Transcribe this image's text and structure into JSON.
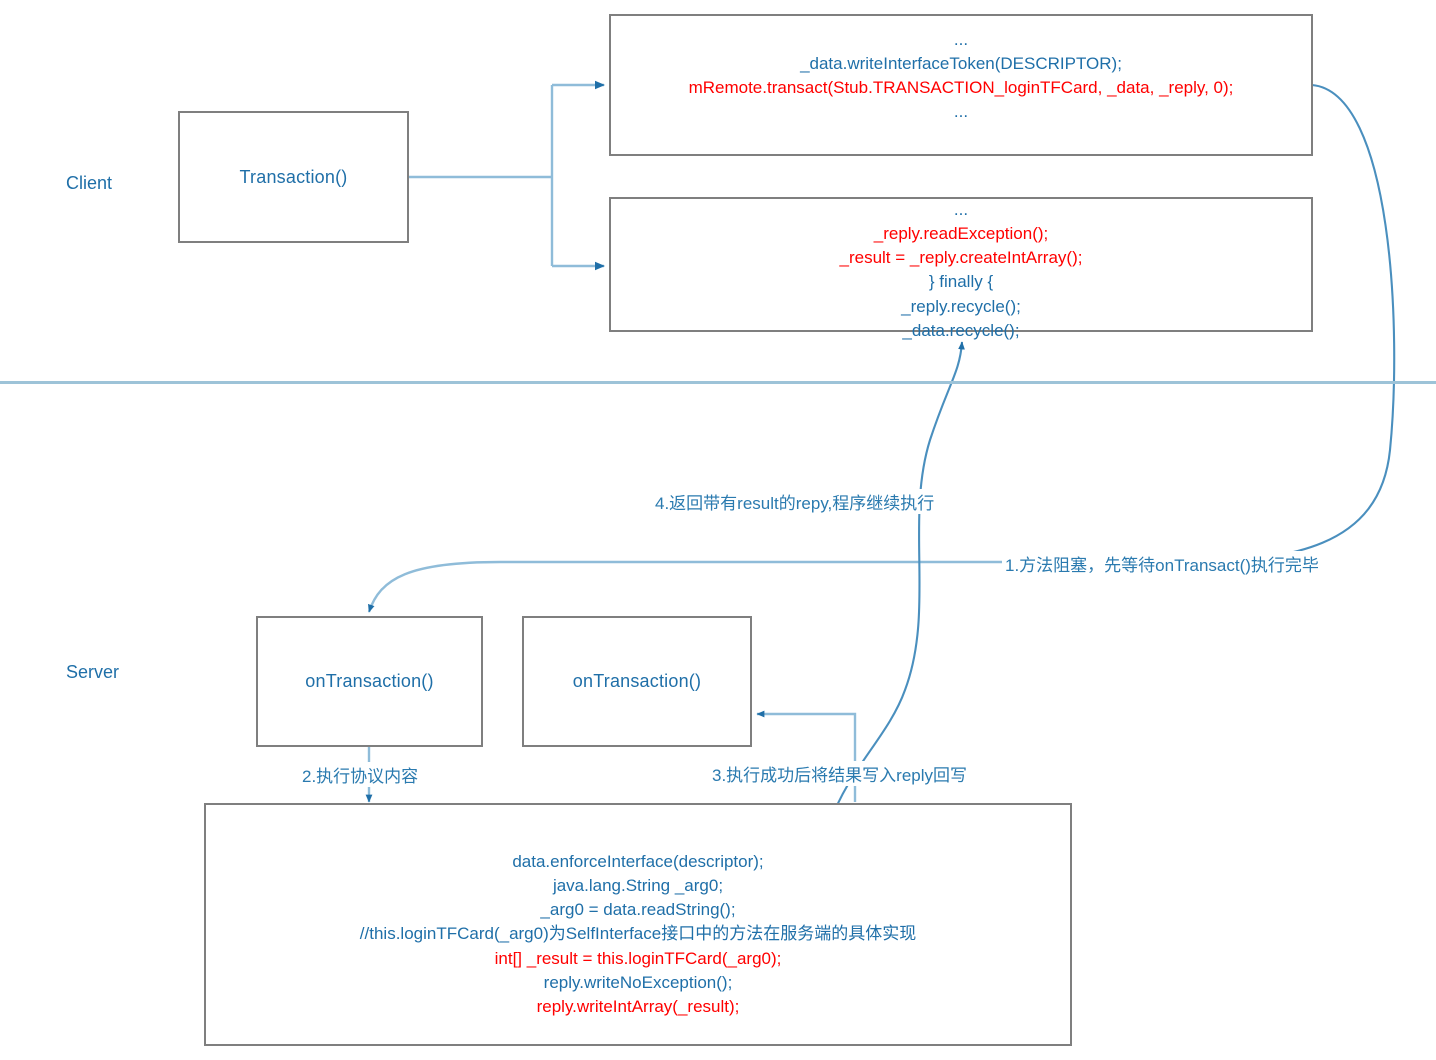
{
  "diagram": {
    "title": "Android AIDL Binder transaction flow",
    "colors": {
      "accent_blue": "#1f6fa8",
      "line_blue": "#9dc3d8",
      "arrow_blue": "#2a7aaf",
      "code_red": "#ff0000",
      "box_border": "#7f7f7f",
      "background": "#ffffff"
    },
    "lanes": [
      {
        "name": "client",
        "label": "Client"
      },
      {
        "name": "server",
        "label": "Server"
      }
    ],
    "nodes": {
      "transaction": {
        "label": "Transaction()"
      },
      "on_transaction_left": {
        "label": "onTransaction()"
      },
      "on_transaction_right": {
        "label": "onTransaction()"
      }
    },
    "code_blocks": {
      "client_request": {
        "name": "client-proxy-write-block",
        "lines": [
          {
            "text": "...",
            "color": "blue"
          },
          {
            "text": "_data.writeInterfaceToken(DESCRIPTOR);",
            "color": "blue"
          },
          {
            "text": "mRemote.transact(Stub.TRANSACTION_loginTFCard, _data, _reply, 0);",
            "color": "red"
          },
          {
            "text": "...",
            "color": "blue"
          }
        ]
      },
      "client_reply": {
        "name": "client-proxy-read-block",
        "lines": [
          {
            "text": "...",
            "color": "blue"
          },
          {
            "text": "_reply.readException();",
            "color": "red"
          },
          {
            "text": "_result = _reply.createIntArray();",
            "color": "red"
          },
          {
            "text": "} finally {",
            "color": "blue"
          },
          {
            "text": "_reply.recycle();",
            "color": "blue"
          },
          {
            "text": "_data.recycle();",
            "color": "blue"
          }
        ]
      },
      "server_impl": {
        "name": "server-stub-ontransact-block",
        "lines": [
          {
            "text": "data.enforceInterface(descriptor);",
            "color": "blue"
          },
          {
            "text": "java.lang.String _arg0;",
            "color": "blue"
          },
          {
            "text": "_arg0 = data.readString();",
            "color": "blue"
          },
          {
            "text": "//this.loginTFCard(_arg0)为SelfInterface接口中的方法在服务端的具体实现",
            "color": "blue"
          },
          {
            "text": "int[] _result = this.loginTFCard(_arg0);",
            "color": "red"
          },
          {
            "text": "reply.writeNoException();",
            "color": "blue"
          },
          {
            "text": "reply.writeIntArray(_result);",
            "color": "red"
          }
        ]
      }
    },
    "annotations": [
      {
        "name": "step-4",
        "text": "4.返回带有result的repy,程序继续执行"
      },
      {
        "name": "step-1",
        "text": "1.方法阻塞，先等待onTransact()执行完毕"
      },
      {
        "name": "step-2",
        "text": "2.执行协议内容"
      },
      {
        "name": "step-3",
        "text": "3.执行成功后将结果写入reply回写"
      }
    ]
  }
}
